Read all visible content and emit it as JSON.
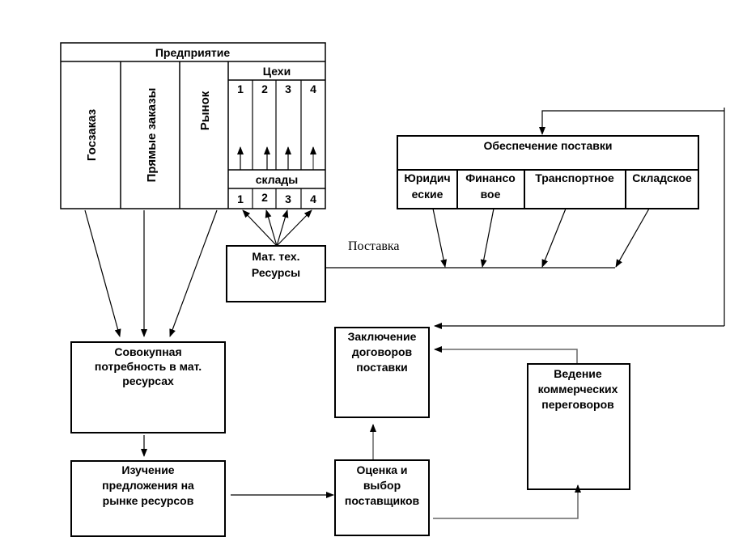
{
  "enterprise": {
    "title": "Предприятие",
    "columns": [
      "Госзаказ",
      "Прямые заказы",
      "Рынок"
    ],
    "workshops": {
      "title": "Цехи",
      "numbers": [
        "1",
        "2",
        "3",
        "4"
      ]
    },
    "warehouses": {
      "title": "склады",
      "numbers": [
        "1",
        "2",
        "3",
        "4"
      ]
    }
  },
  "resources": {
    "lines": [
      "Мат. тех.",
      "Ресурсы"
    ]
  },
  "delivery_label": "Поставка",
  "supply_support": {
    "title": "Обеспечение поставки",
    "items": [
      {
        "lines": [
          "Юридич",
          "еские"
        ]
      },
      {
        "lines": [
          "Финансо",
          "вое"
        ]
      },
      {
        "lines": [
          "Транспортное"
        ]
      },
      {
        "lines": [
          "Складское"
        ]
      }
    ]
  },
  "total_need": {
    "lines": [
      "Совокупная",
      "потребность в мат.",
      "ресурсах"
    ]
  },
  "market_study": {
    "lines": [
      "Изучение",
      "предложения на",
      "рынке ресурсов"
    ]
  },
  "contracts": {
    "lines": [
      "Заключение",
      "договоров",
      "поставки"
    ]
  },
  "supplier_selection": {
    "lines": [
      "Оценка и",
      "выбор",
      "поставщиков"
    ]
  },
  "negotiations": {
    "lines": [
      "Ведение",
      "коммерческих",
      "переговоров"
    ]
  }
}
